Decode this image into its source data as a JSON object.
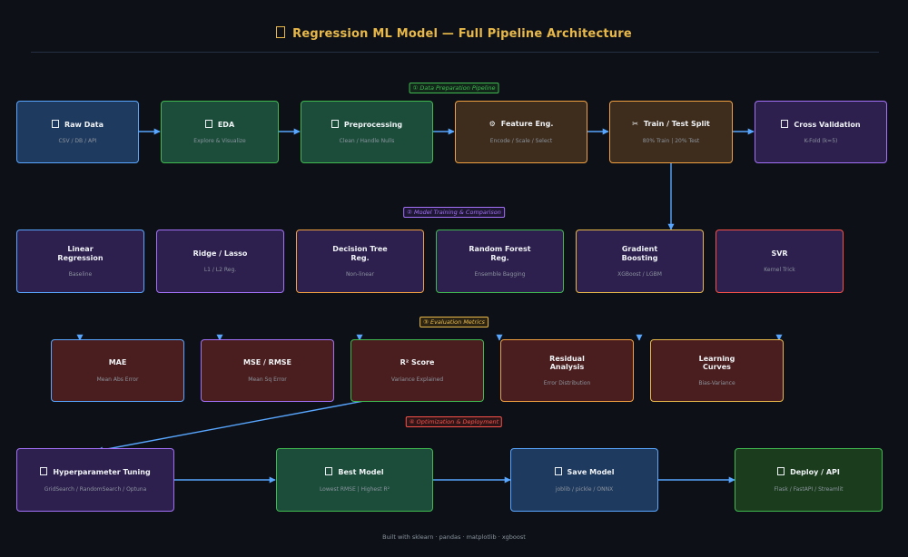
{
  "title": "Regression ML Model  —  Full Pipeline Architecture",
  "stages": {
    "s1": "① Data Preparation Pipeline",
    "s2": "② Model Training & Comparison",
    "s3": "③ Evaluation Metrics",
    "s4": "④ Optimization & Deployment"
  },
  "colors": {
    "title": "#e8b94a",
    "s1": "#3fb950",
    "s2": "#a371f7",
    "s3": "#e8b94a",
    "s4": "#f85149",
    "arrow": "#58a6ff"
  },
  "row1": [
    {
      "title": "Raw Data",
      "sub": "CSV / DB / API",
      "icon": "file-icon"
    },
    {
      "title": "EDA",
      "sub": "Explore & Visualize",
      "icon": "chart-icon"
    },
    {
      "title": "Preprocessing",
      "sub": "Clean / Handle Nulls",
      "icon": "broom-icon"
    },
    {
      "title": "Feature Eng.",
      "sub": "Encode / Scale / Select",
      "icon": "gear-icon"
    },
    {
      "title": "Train / Test Split",
      "sub": "80% Train | 20% Test",
      "icon": "scissors-icon"
    },
    {
      "title": "Cross Validation",
      "sub": "K-Fold (k=5)",
      "icon": "repeat-icon"
    }
  ],
  "row2": [
    {
      "title": "Linear\nRegression",
      "sub": "Baseline"
    },
    {
      "title": "Ridge / Lasso",
      "sub": "L1 / L2 Reg."
    },
    {
      "title": "Decision Tree\nReg.",
      "sub": "Non-linear"
    },
    {
      "title": "Random Forest\nReg.",
      "sub": "Ensemble Bagging"
    },
    {
      "title": "Gradient\nBoosting",
      "sub": "XGBoost / LGBM"
    },
    {
      "title": "SVR",
      "sub": "Kernel Trick"
    }
  ],
  "row3": [
    {
      "title": "MAE",
      "sub": "Mean Abs Error"
    },
    {
      "title": "MSE / RMSE",
      "sub": "Mean Sq Error"
    },
    {
      "title": "R² Score",
      "sub": "Variance Explained"
    },
    {
      "title": "Residual\nAnalysis",
      "sub": "Error Distribution"
    },
    {
      "title": "Learning\nCurves",
      "sub": "Bias-Variance"
    }
  ],
  "row4": [
    {
      "title": "Hyperparameter Tuning",
      "sub": "GridSearch / RandomSearch / Optuna",
      "icon": "wrench-icon"
    },
    {
      "title": "Best Model",
      "sub": "Lowest RMSE  |  Highest R²",
      "icon": "trophy-icon"
    },
    {
      "title": "Save Model",
      "sub": "joblib / pickle / ONNX",
      "icon": "save-icon"
    },
    {
      "title": "Deploy / API",
      "sub": "Flask / FastAPI / Streamlit",
      "icon": "rocket-icon"
    }
  ],
  "footer": "Built with sklearn · pandas · matplotlib · xgboost"
}
